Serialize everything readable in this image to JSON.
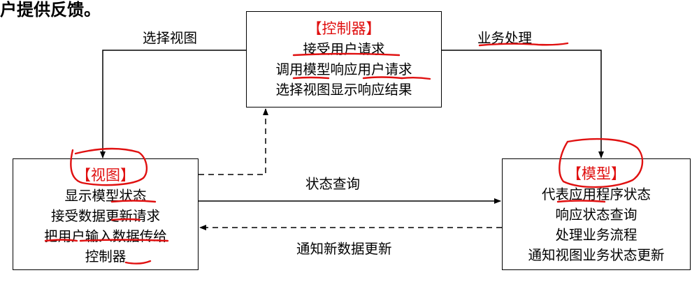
{
  "top_text": "户提供反馈。",
  "controller": {
    "title": "【控制器】",
    "lines": [
      "接受用户请求",
      "调用模型响应用户请求",
      "选择视图显示响应结果"
    ]
  },
  "view": {
    "title": "【视图】",
    "lines": [
      "显示模型状态",
      "接受数据更新请求",
      "把用户输入数据传给",
      "控制器"
    ]
  },
  "model": {
    "title": "【模型】",
    "lines": [
      "代表应用程序状态",
      "响应状态查询",
      "处理业务流程",
      "通知视图业务状态更新"
    ]
  },
  "edge_labels": {
    "select_view": "选择视图",
    "business": "业务处理",
    "state_query": "状态查询",
    "notify": "通知新数据更新"
  },
  "colors": {
    "annotation": "#e01010",
    "line": "#000000",
    "title": "#e01010"
  }
}
